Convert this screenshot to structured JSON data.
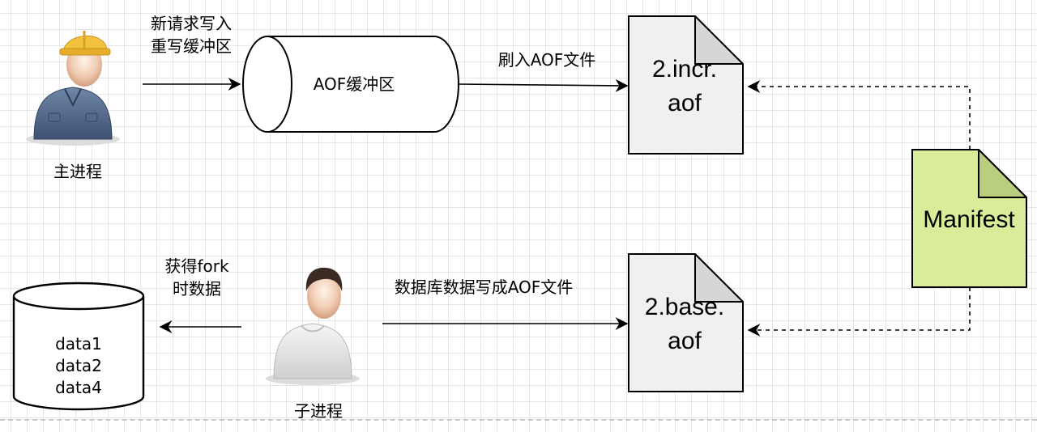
{
  "main_process": {
    "label": "主进程"
  },
  "child_process": {
    "label": "子进程"
  },
  "new_request": {
    "line1": "新请求写入",
    "line2": "重写缓冲区"
  },
  "aof_buffer": {
    "label": "AOF缓冲区"
  },
  "flush_to_aof": {
    "label": "刷入AOF文件"
  },
  "incr_aof": {
    "line1": "2.incr.",
    "line2": "aof"
  },
  "base_aof": {
    "line1": "2.base.",
    "line2": "aof"
  },
  "manifest": {
    "label": "Manifest"
  },
  "fork_data": {
    "line1": "获得fork",
    "line2": "时数据"
  },
  "database": {
    "items": [
      "data1",
      "data2",
      "data4"
    ]
  },
  "write_db": {
    "label": "数据库数据写成AOF文件"
  },
  "colors": {
    "stroke": "#000000",
    "doc_fill": "#f0f0f0",
    "doc_fold": "#d6d6d6",
    "manifest_fill": "#d9ec9a",
    "manifest_fold": "#b9cf7e",
    "helmet": "#f2c23e"
  }
}
